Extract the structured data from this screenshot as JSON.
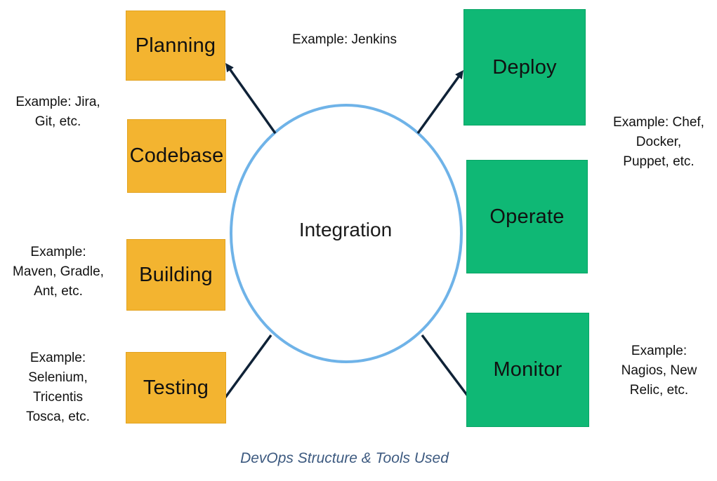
{
  "diagram": {
    "center": {
      "label": "Integration"
    },
    "stages_left": [
      {
        "label": "Planning"
      },
      {
        "label": "Codebase"
      },
      {
        "label": "Building"
      },
      {
        "label": "Testing"
      }
    ],
    "stages_right": [
      {
        "label": "Deploy"
      },
      {
        "label": "Operate"
      },
      {
        "label": "Monitor"
      }
    ],
    "examples": {
      "jenkins": "Example: Jenkins",
      "jira_git": "Example: Jira,\nGit, etc.",
      "maven": "Example:\nMaven, Gradle,\nAnt, etc.",
      "selenium": "Example:\nSelenium,\nTricentis\nTosca, etc.",
      "chef": "Example: Chef,\nDocker,\nPuppet, etc.",
      "nagios": "Example:\nNagios, New\nRelic, etc."
    },
    "caption": "DevOps Structure & Tools Used",
    "colors": {
      "left_boxes": "#f3b430",
      "right_boxes": "#0fb875",
      "circle_stroke": "#6fb3e8",
      "connector": "#0f2237",
      "caption": "#3d5a80"
    }
  }
}
